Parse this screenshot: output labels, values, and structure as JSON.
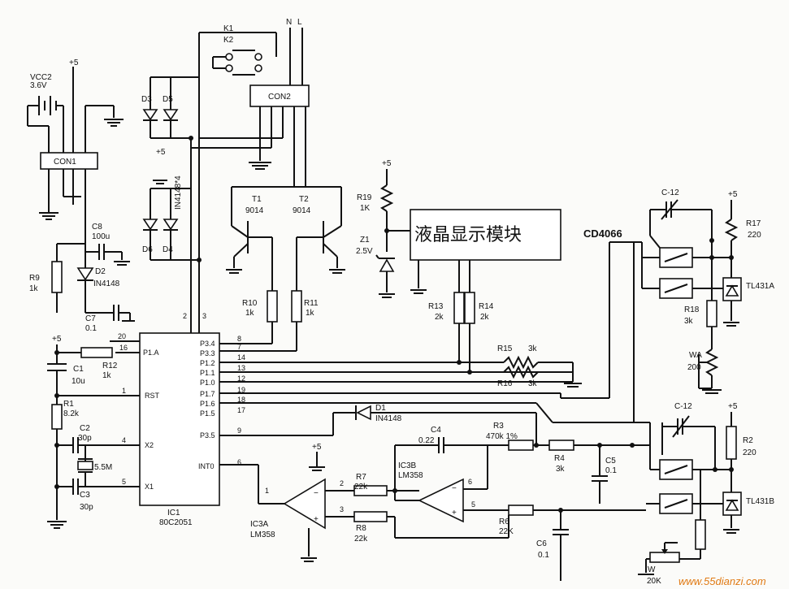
{
  "top_labels": {
    "n": "N",
    "l": "L"
  },
  "switch": {
    "k1": "K1",
    "k2": "K2"
  },
  "con1": {
    "name": "CON1"
  },
  "con2": {
    "name": "CON2"
  },
  "battery": {
    "name": "VCC2",
    "voltage": "3.6V"
  },
  "diodes": {
    "d3": "D3",
    "d5": "D5",
    "d6": "D6",
    "d4": "D4",
    "array": "IN4148*4",
    "d2": "D2",
    "d2_part": "IN4148",
    "d1": "D1",
    "d1_part": "IN4148"
  },
  "transistors": {
    "t1": "T1",
    "t2": "T2",
    "t1_part": "9014",
    "t2_part": "9014"
  },
  "resistors": {
    "r9": "R9",
    "r9_v": "1k",
    "r10": "R10",
    "r10_v": "1k",
    "r11": "R11",
    "r11_v": "1k",
    "r12": "R12",
    "r12_v": "1k",
    "r1": "R1",
    "r1_v": "8.2k",
    "r19": "R19",
    "r19_v": "1K",
    "r13": "R13",
    "r13_v": "2k",
    "r14": "R14",
    "r14_v": "2k",
    "r15": "R15",
    "r15_v": "3k",
    "r16": "R16",
    "r16_v": "3k",
    "r3": "R3",
    "r3_v": "470k 1%",
    "r4": "R4",
    "r4_v": "3k",
    "r7": "R7",
    "r7_v": "22k",
    "r8": "R8",
    "r8_v": "22k",
    "r6": "R6",
    "r6_v": "22K",
    "r17": "R17",
    "r17_v": "220",
    "r18": "R18",
    "r18_v": "3k",
    "r2": "R2",
    "r2_v": "220"
  },
  "caps": {
    "c8": "C8",
    "c8_v": "100u",
    "c7": "C7",
    "c7_v": "0.1",
    "c1": "C1",
    "c1_v": "10u",
    "c2": "C2",
    "c2_v": "30p",
    "c3": "C3",
    "c3_v": "30p",
    "c4": "C4",
    "c4_v": "0.22",
    "c5": "C5",
    "c5_v": "0.1",
    "c6": "C6",
    "c6_v": "0.1",
    "c12a": "C-12",
    "c12b": "C-12"
  },
  "zener": {
    "name": "Z1",
    "value": "2.5V"
  },
  "crystal": {
    "value": "5.5M"
  },
  "mcu": {
    "name": "IC1",
    "part": "80C2051",
    "left_pins": [
      {
        "num": "20",
        "label": ""
      },
      {
        "num": "16",
        "label": "P1.A"
      },
      {
        "num": "1",
        "label": "RST"
      },
      {
        "num": "4",
        "label": "X2"
      },
      {
        "num": "5",
        "label": "X1"
      }
    ],
    "right_pins": [
      {
        "num": "8",
        "label": "P3.4"
      },
      {
        "num": "7",
        "label": "P3.3"
      },
      {
        "num": "14",
        "label": "P1.2"
      },
      {
        "num": "13",
        "label": "P1.1"
      },
      {
        "num": "12",
        "label": "P1.0"
      },
      {
        "num": "19",
        "label": "P1.7"
      },
      {
        "num": "18",
        "label": "P1.6"
      },
      {
        "num": "17",
        "label": "P1.5"
      },
      {
        "num": "9",
        "label": "P3.5"
      }
    ],
    "int_pin": {
      "num": "6",
      "label": "INT0"
    },
    "top_pins": [
      "2",
      "3"
    ]
  },
  "lcd": {
    "label": "液晶显示模块"
  },
  "cd4066": {
    "label": "CD4066"
  },
  "opamps": {
    "ic3a": "IC3A",
    "ic3a_part": "LM358",
    "ic3b": "IC3B",
    "ic3b_part": "LM358",
    "pin_out_a": "1",
    "pin_a2": "2",
    "pin_a3": "3",
    "pin_out_b": "6",
    "pin_b5": "5",
    "minus": "−",
    "plus": "+"
  },
  "tl431": {
    "a": "TL431A",
    "b": "TL431B"
  },
  "pots": {
    "wa": "WA",
    "wa_v": "200",
    "w": "W",
    "w_v": "20K"
  },
  "supply": {
    "plus5": "+5"
  },
  "watermark": "www.55dianzi.com"
}
